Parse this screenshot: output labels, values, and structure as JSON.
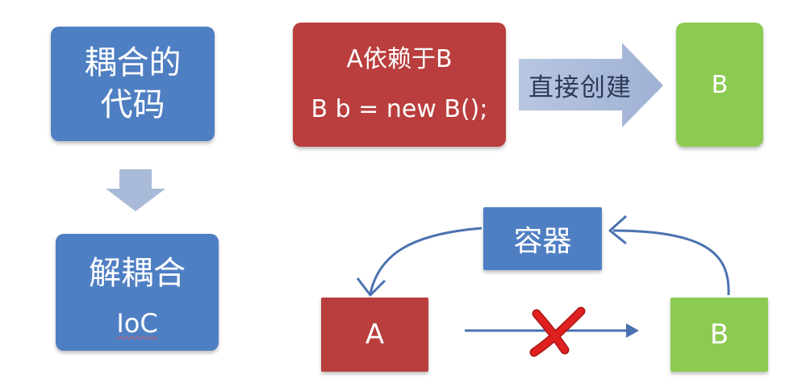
{
  "coupled": {
    "line1": "耦合的",
    "line2": "代码"
  },
  "decoupled": {
    "line1": "解耦合",
    "line2": "IoC"
  },
  "top_row": {
    "a_title": "A依赖于B",
    "a_code": "B b = new B();",
    "arrow_label": "直接创建",
    "b_label": "B"
  },
  "bottom_row": {
    "container_label": "容器",
    "a_label": "A",
    "b_label": "B",
    "blocked_icon": "red-x-cross-icon"
  },
  "colors": {
    "blue": "#4f7fc3",
    "red": "#b93e3d",
    "green": "#8ccb52",
    "arrow_fill": "#a9b9d8",
    "curve": "#4a72b0",
    "cross": "#e02020"
  }
}
